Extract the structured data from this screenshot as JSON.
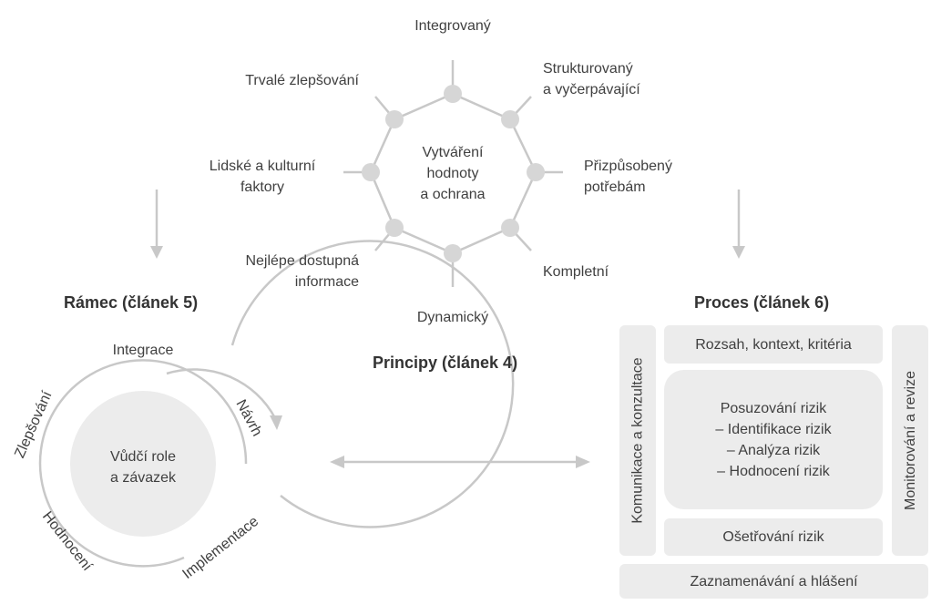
{
  "principles": {
    "title": "Principy (článek 4)",
    "center_lines": [
      "Vytváření",
      "hodnoty",
      "a ochrana"
    ],
    "items": {
      "integrated": "Integrovaný",
      "structured": [
        "Strukturovaný",
        "a vyčerpávající"
      ],
      "customized": [
        "Přizpůsobený",
        "potřebám"
      ],
      "inclusive": "Kompletní",
      "dynamic": "Dynamický",
      "best_info": [
        "Nejlépe dostupná",
        "informace"
      ],
      "human_factors": [
        "Lidské a kulturní",
        "faktory"
      ],
      "improvement": "Trvalé zlepšování"
    }
  },
  "framework": {
    "title": "Rámec (článek 5)",
    "center_lines": [
      "Vůdčí role",
      "a závazek"
    ],
    "cycle": {
      "integration": "Integrace",
      "design": "Návrh",
      "implementation": "Implementace",
      "evaluation": "Hodnocení",
      "improvement": "Zlepšování"
    }
  },
  "process": {
    "title": "Proces (článek 6)",
    "communication": "Komunikace a konzultace",
    "monitoring": "Monitorování a revize",
    "scope": "Rozsah, kontext, kritéria",
    "assessment_lines": [
      "Posuzování rizik",
      "– Identifikace rizik",
      "– Analýza rizik",
      "– Hodnocení rizik"
    ],
    "treatment": "Ošetřování rizik",
    "recording": "Zaznamenávání a hlášení"
  },
  "colors": {
    "line": "#c8c8c8",
    "node": "#d6d6d6",
    "box": "#ececec",
    "center_circle": "#ececec",
    "text": "#404040",
    "heading": "#333333"
  }
}
